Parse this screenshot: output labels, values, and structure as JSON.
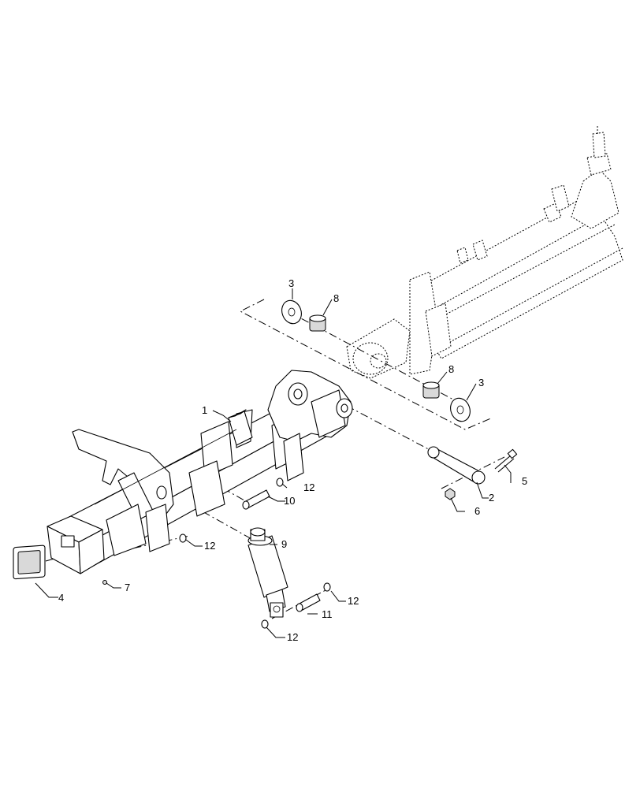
{
  "callouts": [
    {
      "id": "c1",
      "label": "1"
    },
    {
      "id": "c2",
      "label": "2"
    },
    {
      "id": "c3a",
      "label": "3"
    },
    {
      "id": "c3b",
      "label": "3"
    },
    {
      "id": "c4",
      "label": "4"
    },
    {
      "id": "c5",
      "label": "5"
    },
    {
      "id": "c6",
      "label": "6"
    },
    {
      "id": "c7",
      "label": "7"
    },
    {
      "id": "c8a",
      "label": "8"
    },
    {
      "id": "c8b",
      "label": "8"
    },
    {
      "id": "c9",
      "label": "9"
    },
    {
      "id": "c10",
      "label": "10"
    },
    {
      "id": "c11",
      "label": "11"
    },
    {
      "id": "c12a",
      "label": "12"
    },
    {
      "id": "c12b",
      "label": "12"
    },
    {
      "id": "c12c",
      "label": "12"
    },
    {
      "id": "c12d",
      "label": "12"
    }
  ]
}
